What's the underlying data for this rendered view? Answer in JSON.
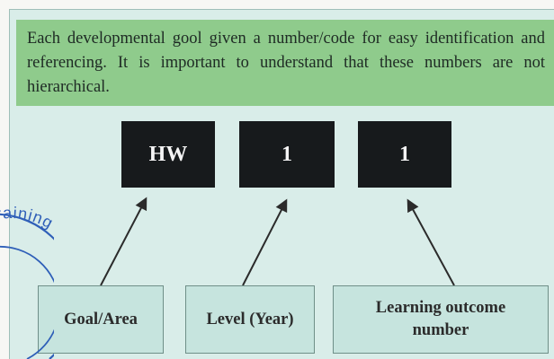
{
  "intro": {
    "text": "Each developmental gool given a number/code for easy identification and referencing. It is important to understand that these numbers are not hierarchical."
  },
  "codes": [
    {
      "value": "HW"
    },
    {
      "value": "1"
    },
    {
      "value": "1"
    }
  ],
  "labels": [
    {
      "text": "Goal/Area"
    },
    {
      "text": "Level (Year)"
    },
    {
      "text": "Learning outcome number"
    }
  ],
  "stamp": {
    "text": "Training Pv"
  },
  "colors": {
    "panel": "#d9ede9",
    "callout": "#8fcb8c",
    "code_box": "#171a1c",
    "label_box": "#c6e4de",
    "stamp": "#2f5fb8"
  }
}
